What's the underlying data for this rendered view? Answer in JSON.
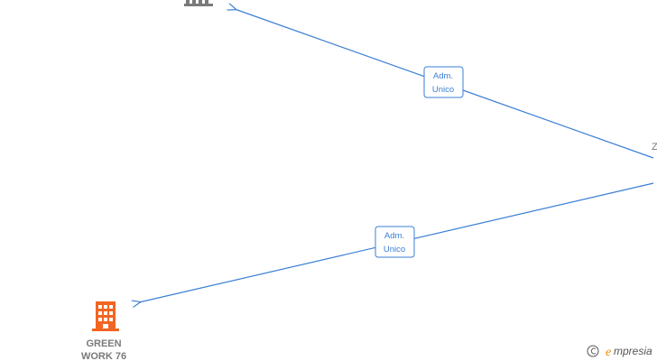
{
  "edges": [
    {
      "id": "top",
      "label_line1": "Adm.",
      "label_line2": "Unico"
    },
    {
      "id": "bottom",
      "label_line1": "Adm.",
      "label_line2": "Unico"
    }
  ],
  "nodes": {
    "top_company": {
      "label_line1": "",
      "label_line2": "",
      "icon": "building-icon",
      "color": "#7a7a7a"
    },
    "bottom_company": {
      "label_line1": "GREEN",
      "label_line2": "WORK 76",
      "icon": "building-icon",
      "color": "#f26522"
    },
    "person_partial": {
      "label": "Z"
    }
  },
  "watermark": {
    "copyright": "©",
    "brand_initial": "e",
    "brand_rest": "mpresia"
  },
  "colors": {
    "edge": "#3a7fd5",
    "node_text": "#7a7a7a",
    "building_accent": "#f26522",
    "building_gray": "#7a7a7a"
  }
}
